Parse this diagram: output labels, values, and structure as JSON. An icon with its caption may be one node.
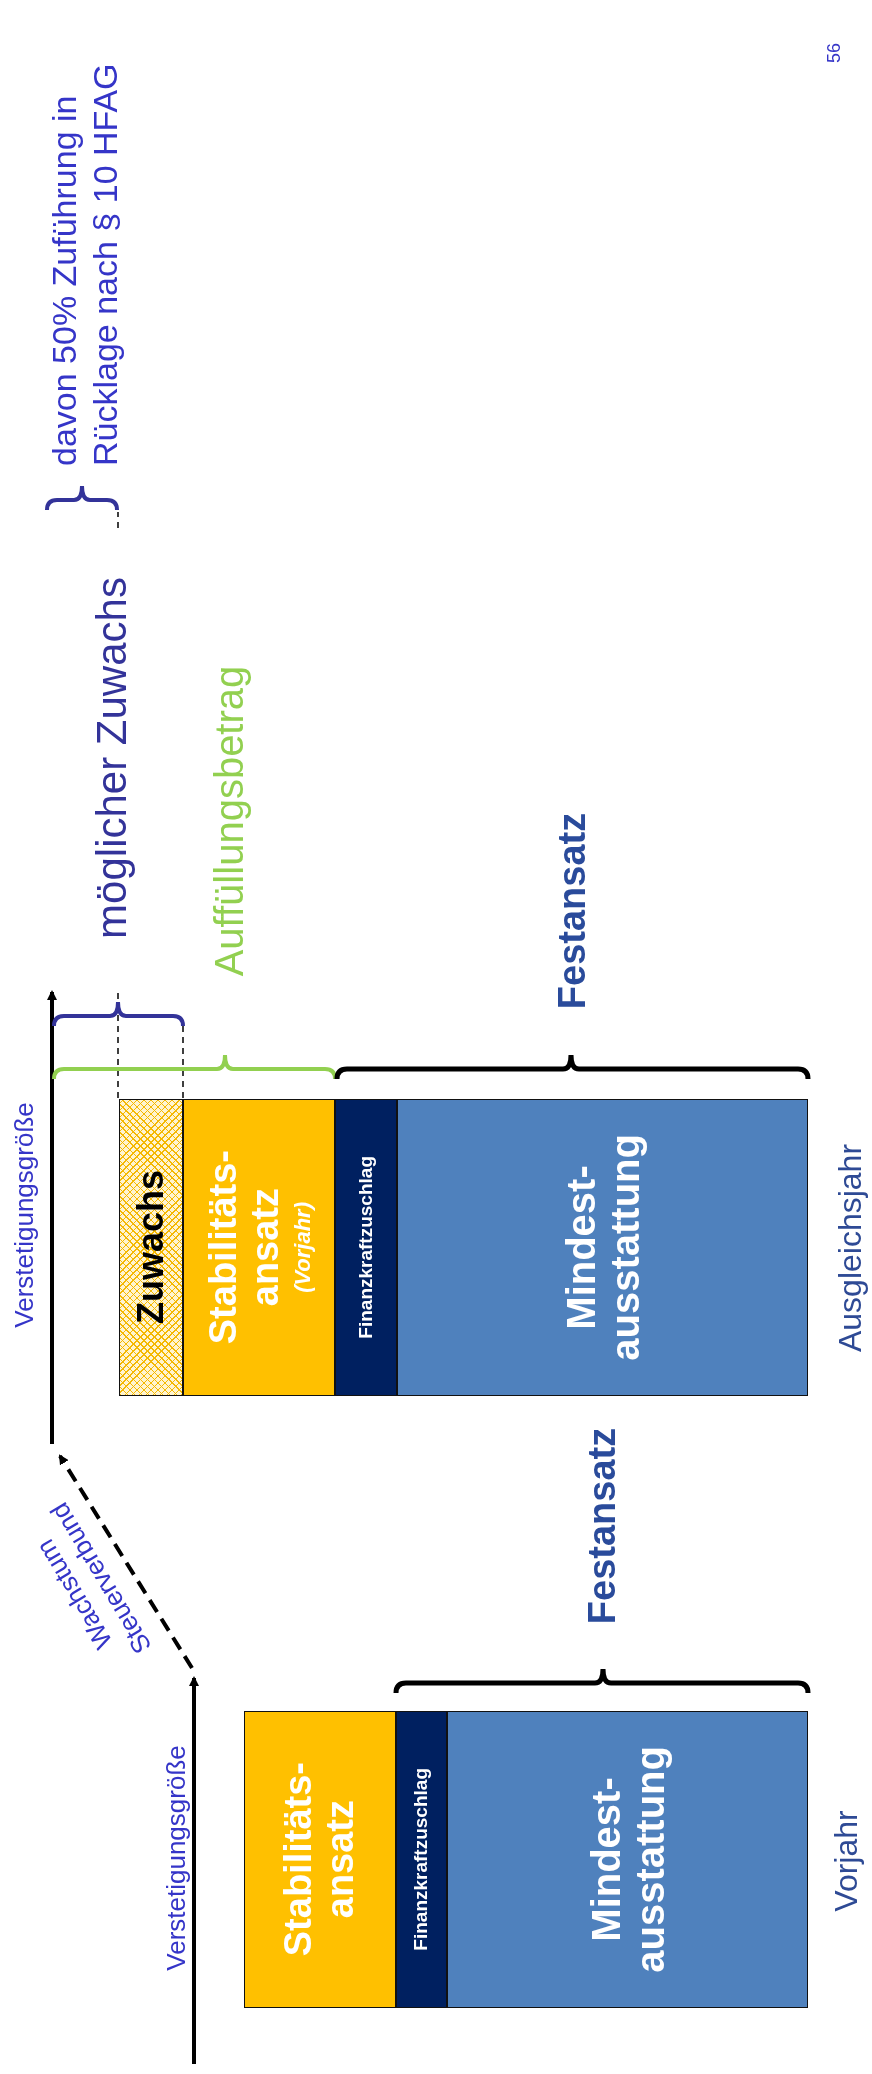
{
  "diagram": {
    "nodes": [
      {
        "text": [
          "Stabilitäts- ansatz"
        ]
      },
      {
        "text": [
          "Finanzkraftzuschlag"
        ]
      },
      {
        "text": [
          "Mindest- ausstattung"
        ]
      },
      {
        "text": [
          "Zuwachs"
        ]
      },
      {
        "text": [
          "Stabilitäts- ansatz",
          "(Vorjahr)"
        ]
      },
      {
        "text": [
          "Finanzkraftzuschlag"
        ]
      },
      {
        "text": [
          "Mindest- ausstattung"
        ]
      }
    ],
    "labels": [
      "56",
      "davon 50% Zuführung in Rücklage nach § 10 HFAG",
      "möglicher Zuwachs",
      "Auffüllungsbetrag",
      "Festansatz",
      "Verstetigungsgröße",
      "Ausgleichsjahr",
      "Festansatz",
      "Wachstum Steuerverbund",
      "Verstetigungsgröße",
      "Vorjahr"
    ]
  }
}
